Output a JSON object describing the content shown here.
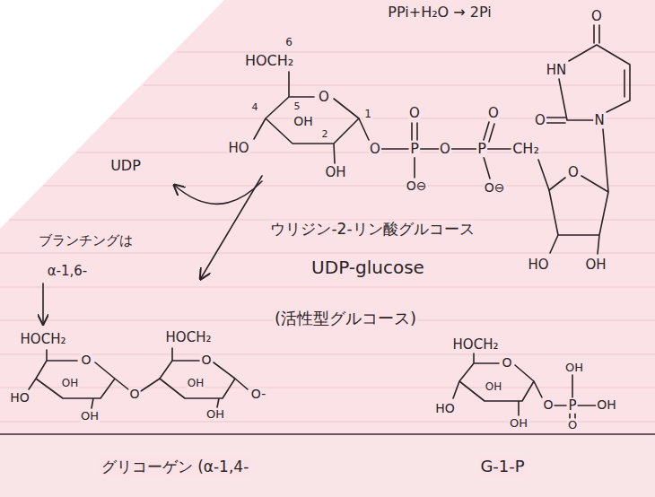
{
  "diagram": {
    "labels": [
      "PPi+H₂O → 2Pi",
      "6",
      "HOCH₂",
      "5",
      "O",
      "1",
      "4",
      "OH",
      "HO",
      "2",
      "OH",
      "O",
      "O",
      "P",
      "O⊖",
      "O",
      "O",
      "P",
      "O⊖",
      "CH₂",
      "O",
      "HN",
      "O",
      "N",
      "O",
      "HO",
      "OH",
      "UDP",
      "ウリジン-2-リン酸グルコース",
      "UDP-glucose",
      "(活性型グルコース)",
      "ブランチングは",
      "α-1,6-",
      "HOCH₂",
      "O",
      "HO",
      "OH",
      "OH",
      "O",
      "HOCH₂",
      "O",
      "OH",
      "OH",
      "O-",
      "グリコーゲン (α-1,4-",
      "HOCH₂",
      "O",
      "HO",
      "OH",
      "OH",
      "O",
      "P",
      "OH",
      "OH",
      "O",
      "G-1-P"
    ]
  }
}
